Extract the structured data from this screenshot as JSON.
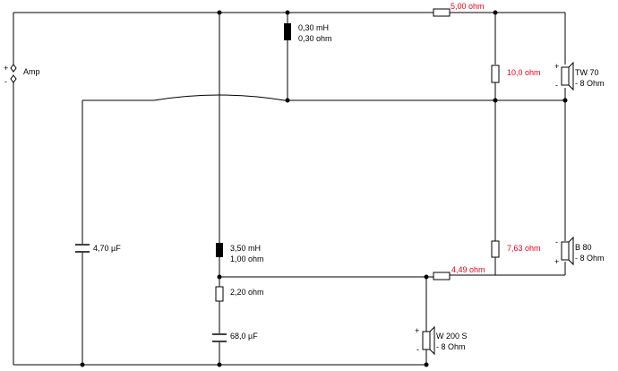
{
  "amp": {
    "plus": "+",
    "minus": "-",
    "label": "Amp"
  },
  "colors": {
    "wire": "#000000",
    "value_red": "#e8001c",
    "background": "#ffffff"
  },
  "components": {
    "l1": {
      "line1": "0,30 mH",
      "line2": "0,30 ohm"
    },
    "r_series_top": {
      "value": "5,00 ohm"
    },
    "r_tw_parallel": {
      "value": "10,0 ohm"
    },
    "tw70": {
      "name": "TW 70",
      "imp": "- 8 Ohm",
      "plus": "+",
      "minus": "-"
    },
    "l2": {
      "line1": "3,50 mH",
      "line2": "1,00 ohm"
    },
    "r_zobel": {
      "value": "2,20 ohm"
    },
    "c_zobel": {
      "value": "68,0 µF"
    },
    "c_main": {
      "value": "4,70 µF"
    },
    "r_b80_parallel": {
      "value": "7,63 ohm"
    },
    "b80": {
      "name": "B 80",
      "imp": "- 8 Ohm",
      "plus": "+",
      "minus": "-"
    },
    "r_series_b80": {
      "value": "4,49 ohm"
    },
    "w200s": {
      "name": "W 200 S",
      "imp": "- 8 Ohm",
      "plus": "+",
      "minus": "-"
    }
  }
}
